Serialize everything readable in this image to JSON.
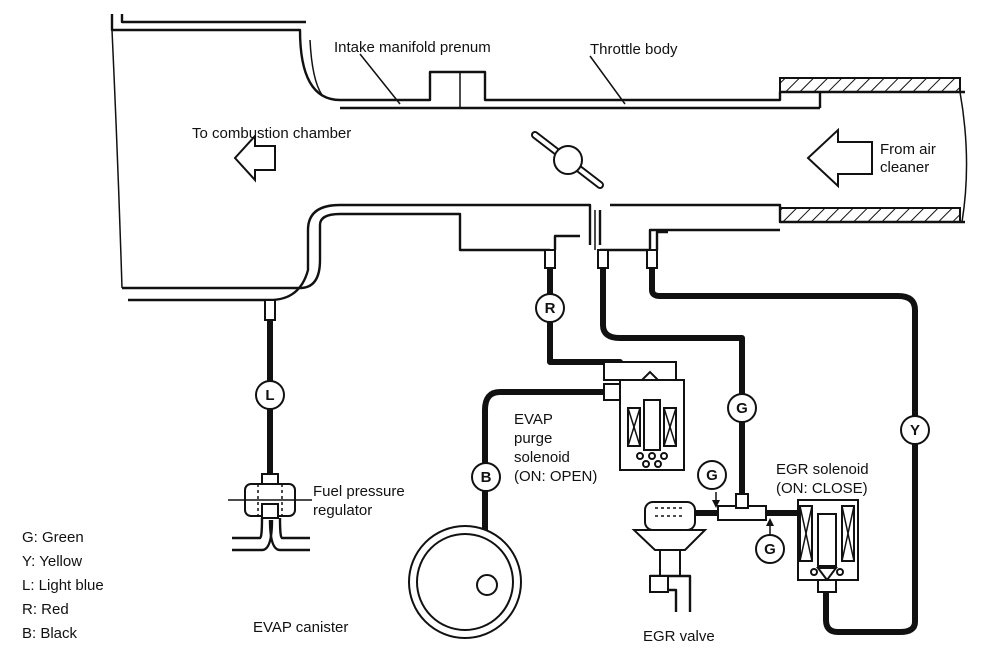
{
  "labels": {
    "intake_manifold": "Intake manifold prenum",
    "throttle_body": "Throttle body",
    "to_combustion": "To combustion chamber",
    "from_air_1": "From air",
    "from_air_2": "cleaner",
    "evap_purge_1": "EVAP",
    "evap_purge_2": "purge",
    "evap_purge_3": "solenoid",
    "evap_purge_4": "(ON: OPEN)",
    "fuel_reg_1": "Fuel pressure",
    "fuel_reg_2": "regulator",
    "egr_sol_1": "EGR solenoid",
    "egr_sol_2": "(ON: CLOSE)",
    "evap_canister": "EVAP canister",
    "egr_valve": "EGR valve"
  },
  "hose_tags": {
    "L": "L",
    "R": "R",
    "B": "B",
    "G1": "G",
    "G2": "G",
    "G3": "G",
    "Y": "Y"
  },
  "legend": [
    "G: Green",
    "Y: Yellow",
    "L: Light blue",
    "R: Red",
    "B: Black"
  ]
}
